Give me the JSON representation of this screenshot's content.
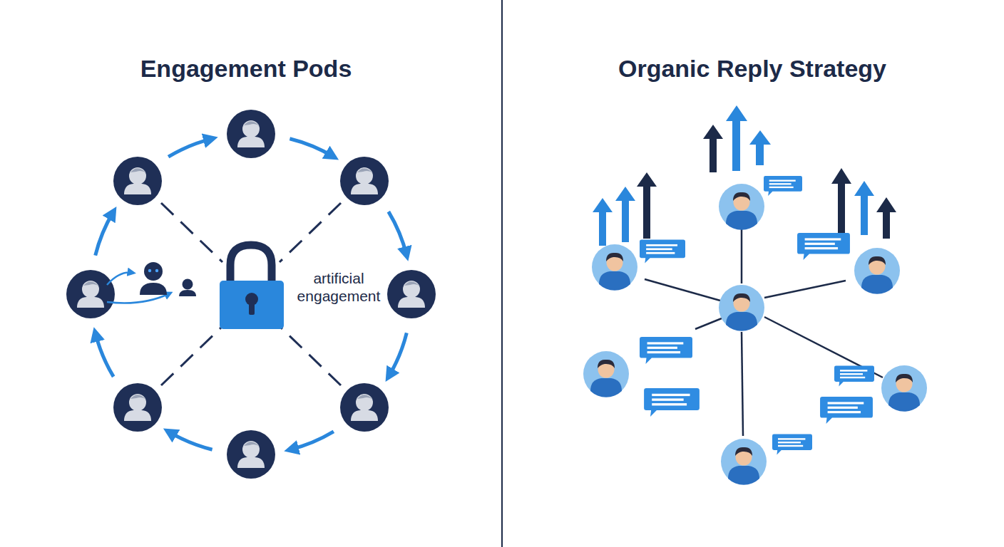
{
  "diagram": {
    "labels": [
      "Engagement Pods",
      "Organic Reply Strategy",
      "artificial engagement"
    ]
  }
}
